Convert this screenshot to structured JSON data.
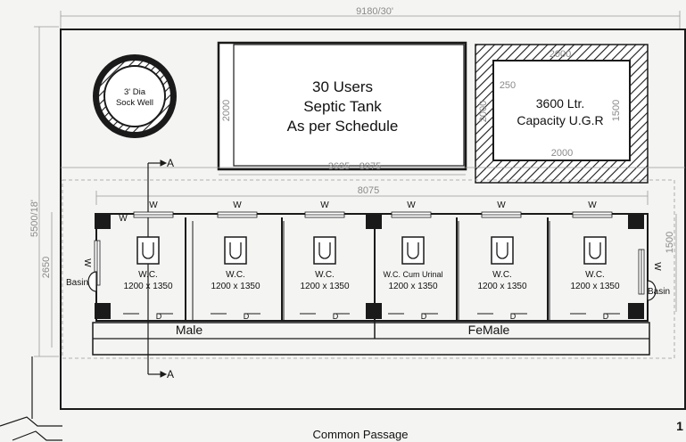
{
  "dimensions": {
    "overall_width": "9180/30'",
    "overall_depth": "5500/18'",
    "septic_depth": "2000",
    "septic_length": "3625",
    "span_8975": "8975",
    "toilet_block_length": "8075",
    "block_depth": "2650",
    "ugr_top": "2000",
    "ugr_bottom": "2000",
    "ugr_wall": "250",
    "ugr_left": "2000",
    "ugr_right": "1500",
    "right_recess": "1500"
  },
  "sock_well": {
    "line1": "3' Dia",
    "line2": "Sock Well"
  },
  "septic_tank": {
    "line1": "30 Users",
    "line2": "Septic Tank",
    "line3": "As per Schedule"
  },
  "ugr": {
    "line1": "3600 Ltr.",
    "line2": "Capacity U.G.R"
  },
  "windows": [
    "W",
    "W",
    "W",
    "W",
    "W",
    "W",
    "W"
  ],
  "side_windows": {
    "left": "W",
    "right": "W"
  },
  "basins": {
    "left": "Basin",
    "right": "Basin"
  },
  "cubicles": [
    {
      "name": "W.C.",
      "size": "1200 x 1350",
      "door": "D"
    },
    {
      "name": "W.C.",
      "size": "1200 x 1350",
      "door": "D"
    },
    {
      "name": "W.C.",
      "size": "1200 x 1350",
      "door": "D"
    },
    {
      "name": "W.C. Cum Urinal",
      "size": "1200 x 1350",
      "door": "D"
    },
    {
      "name": "W.C.",
      "size": "1200 x 1350",
      "door": "D"
    },
    {
      "name": "W.C.",
      "size": "1200 x 1350",
      "door": "D"
    }
  ],
  "sections": {
    "male": "Male",
    "female": "FeMale"
  },
  "section_marks": {
    "top": "A",
    "bottom": "A"
  },
  "passage": "Common Passage",
  "page_number": "1",
  "colors": {
    "paper": "#f4f4f2",
    "ink": "#1a1a1a",
    "dim_text": "#8a8a8a"
  }
}
